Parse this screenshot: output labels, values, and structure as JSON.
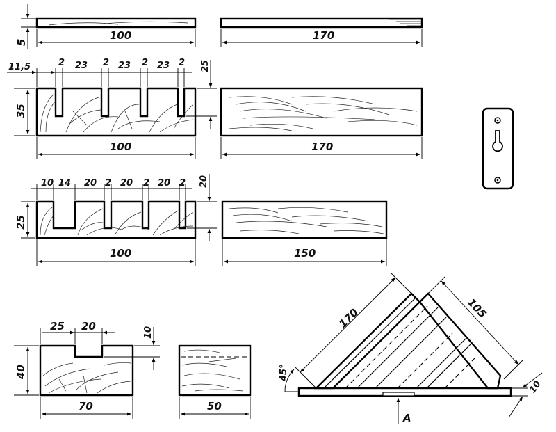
{
  "labels": {
    "plank_length": "100",
    "plank_length_long": "170",
    "plank_thickness": "5",
    "b1_left": "11,5",
    "b1_slot": "2",
    "b1_gap": "23",
    "b1_slot_depth": "25",
    "b1_height": "35",
    "b1_length": "100",
    "b1_side_length": "170",
    "b2_left": "10",
    "b2_wide_slot": "14",
    "b2_gap": "20",
    "b2_slot": "2",
    "b2_slot_depth": "20",
    "b2_height": "25",
    "b2_length": "100",
    "b2_side_length": "150",
    "foot_left": "25",
    "foot_notch": "20",
    "foot_notch_depth": "10",
    "foot_height": "40",
    "foot_length": "70",
    "foot_side_length": "50",
    "shelf_left_side": "170",
    "shelf_right_side": "105",
    "shelf_angle": "45°",
    "shelf_base_thickness": "10",
    "view_arrow": "A"
  }
}
